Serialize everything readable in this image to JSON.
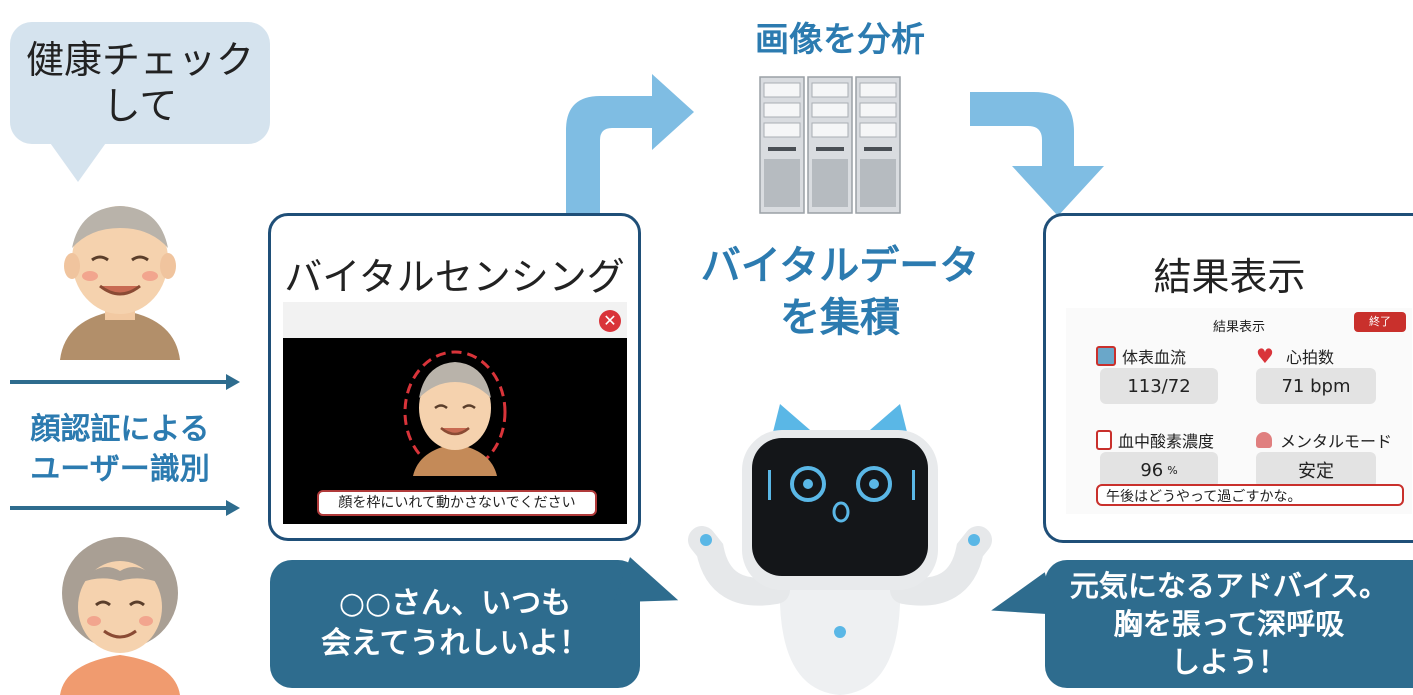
{
  "left": {
    "request_bubble": [
      "健康チェック",
      "して"
    ],
    "recognition_label": [
      "顔認証による",
      "ユーザー識別"
    ]
  },
  "vital_card": {
    "title": "バイタルセンシング",
    "instruction": "顔を枠にいれて動かさないでください"
  },
  "center": {
    "analyze_title": "画像を分析",
    "collect_title": [
      "バイタルデータ",
      "を集積"
    ]
  },
  "result_card": {
    "title": "結果表示",
    "screen_title": "結果表示",
    "end_button": "終了",
    "metrics": [
      {
        "label": "体表血流",
        "value": "113/72",
        "icon": "blood-flow-icon"
      },
      {
        "label": "心拍数",
        "value": "71 bpm",
        "icon": "heart-icon"
      },
      {
        "label": "血中酸素濃度",
        "value": "96",
        "unit": "%",
        "icon": "oxygen-icon"
      },
      {
        "label": "メンタルモード",
        "value": "安定",
        "icon": "person-icon"
      }
    ],
    "message": "午後はどうやって過ごすかな。"
  },
  "bubbles": {
    "greeting": [
      "○○さん、いつも",
      "会えてうれしいよ！"
    ],
    "advice": [
      "元気になるアドバイス。",
      "胸を張って深呼吸",
      "しよう！"
    ]
  },
  "colors": {
    "accent_blue": "#2c7bb0",
    "dark_blue": "#2e6c8e",
    "arrow_light_blue": "#7fbde3",
    "end_red": "#c9302c"
  }
}
